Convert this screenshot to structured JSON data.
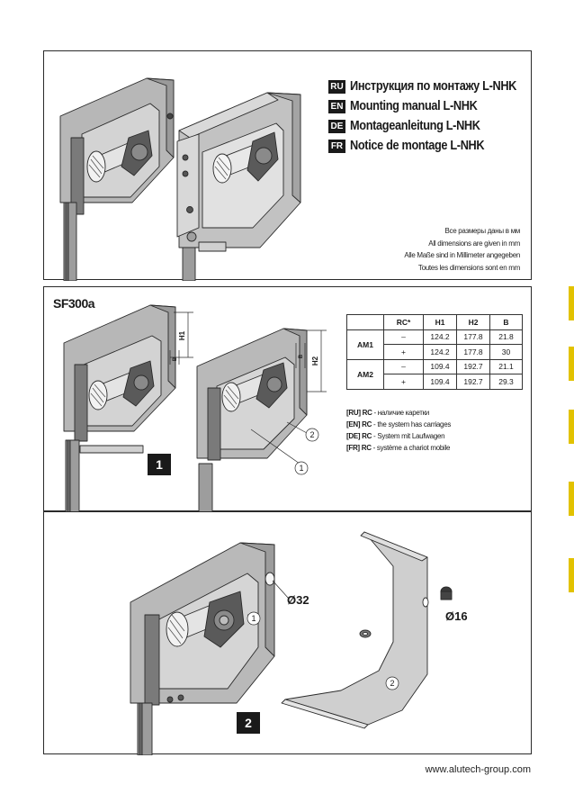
{
  "titles": [
    {
      "lang": "RU",
      "text": "Инструкция по монтажу L-NHK"
    },
    {
      "lang": "EN",
      "text": "Mounting manual L-NHK"
    },
    {
      "lang": "DE",
      "text": "Montageanleitung L-NHK"
    },
    {
      "lang": "FR",
      "text": "Notice de montage  L-NHK"
    }
  ],
  "dimension_notes": [
    "Все размеры даны в мм",
    "All dimensions are given in mm",
    "Alle Maße sind in Millimeter angegeben",
    "Toutes les dimensions sont en mm"
  ],
  "model": "SF300a",
  "drawing_labels": {
    "h1": "H1",
    "h2": "H2",
    "b": "B",
    "part_1": "1",
    "part_2": "2"
  },
  "table": {
    "headers": [
      "",
      "RC*",
      "H1",
      "H2",
      "B"
    ],
    "groups": [
      {
        "name": "AM1",
        "rows": [
          [
            "–",
            "124.2",
            "177.8",
            "21.8"
          ],
          [
            "+",
            "124.2",
            "177.8",
            "30"
          ]
        ]
      },
      {
        "name": "AM2",
        "rows": [
          [
            "–",
            "109.4",
            "192.7",
            "21.1"
          ],
          [
            "+",
            "109.4",
            "192.7",
            "29.3"
          ]
        ]
      }
    ]
  },
  "rc_notes": [
    {
      "lang": "[RU] RC",
      "text": " - наличие каретки"
    },
    {
      "lang": "[EN] RC",
      "text": " - the system has carriages"
    },
    {
      "lang": "[DE] RC",
      "text": " - System mit Laufwagen"
    },
    {
      "lang": "[FR] RC",
      "text": " - système a chariot mobile"
    }
  ],
  "steps": {
    "step1": "1",
    "step2": "2"
  },
  "callouts": {
    "hole_32": "Ø32",
    "hole_16": "Ø16"
  },
  "footer": "www.alutech-group.com",
  "colors": {
    "frame_gray": "#8f8f8f",
    "box_gray": "#c4c4c4",
    "badge": "#1a1a1a",
    "side_mark": "#e2c200"
  }
}
